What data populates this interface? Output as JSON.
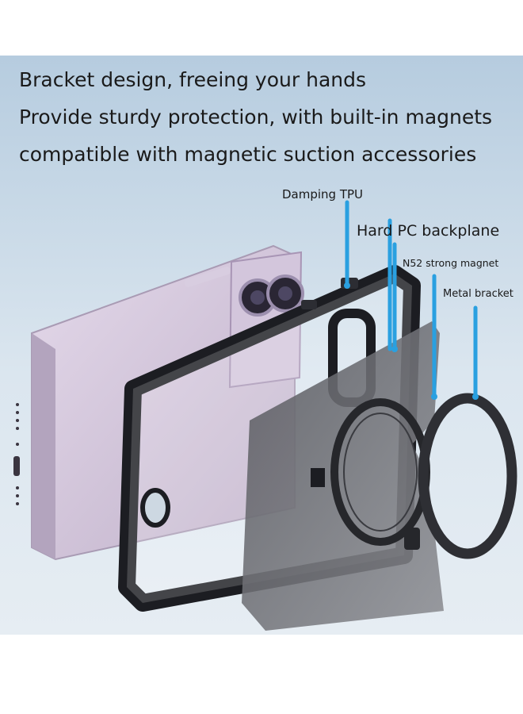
{
  "headlines": [
    "Bracket design, freeing your hands",
    "Provide sturdy protection, with built-in magnets",
    "compatible with magnetic suction accessories"
  ],
  "callouts": {
    "damping": "Damping TPU",
    "backplane": "Hard PC backplane",
    "magnet": "N52 strong magnet",
    "bracket": "Metal bracket"
  },
  "colors": {
    "accent": "#2aa0e0",
    "phone_body": "#cfc1d6",
    "frame": "#1c1d22",
    "backplane": "#6e6f75"
  }
}
